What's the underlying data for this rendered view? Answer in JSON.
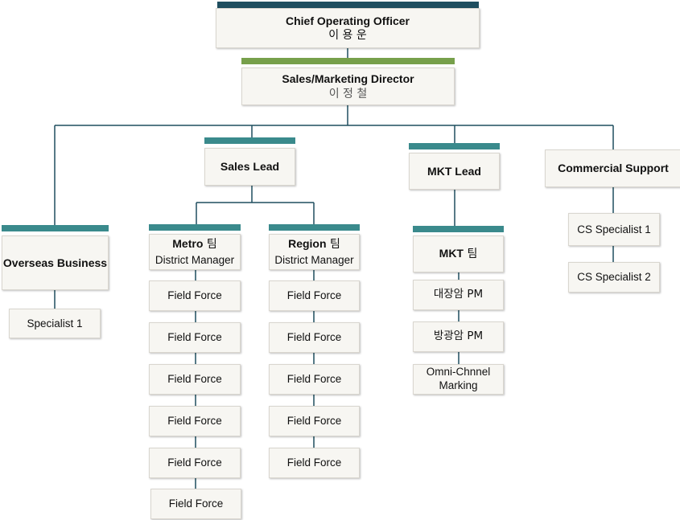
{
  "coo": {
    "title": "Chief Operating Officer",
    "name": "이 용 운"
  },
  "director": {
    "title": "Sales/Marketing Director",
    "name": "이 정 철"
  },
  "overseas": {
    "title": "Overseas Business",
    "specialist": "Specialist 1"
  },
  "sales_lead": {
    "title": "Sales Lead"
  },
  "metro": {
    "title": "Metro",
    "suffix": "팀",
    "subtitle": "District Manager"
  },
  "region": {
    "title": "Region",
    "suffix": "팀",
    "subtitle": "District Manager"
  },
  "metro_field_force": [
    "Field Force",
    "Field Force",
    "Field Force",
    "Field Force",
    "Field Force",
    "Field Force"
  ],
  "region_field_force": [
    "Field Force",
    "Field Force",
    "Field Force",
    "Field Force",
    "Field Force"
  ],
  "mkt_lead": {
    "title": "MKT Lead"
  },
  "mkt_team": {
    "title": "MKT",
    "suffix": "팀"
  },
  "mkt_members": [
    "대장암 PM",
    "방광암 PM",
    "Omni-Chnnel Marking"
  ],
  "commercial": {
    "title": "Commercial Support",
    "members": [
      "CS Specialist 1",
      "CS Specialist 2"
    ]
  },
  "colors": {
    "connector": "#1f4e5f",
    "bar_navy": "#1f4e5f",
    "bar_green": "#77a04b",
    "bar_teal": "#3a8a8c",
    "box_fill": "#f7f6f2"
  }
}
